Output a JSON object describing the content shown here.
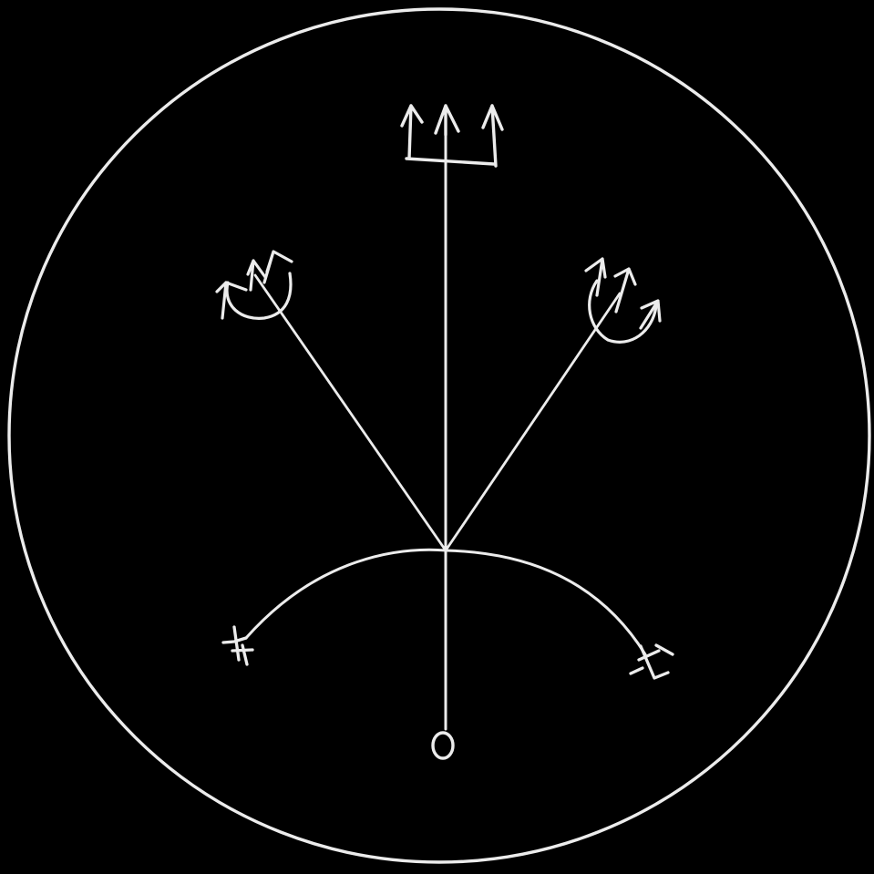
{
  "sigil": {
    "background_color": "#000000",
    "line_color": "#ECECEC",
    "elements": [
      "outer-circle",
      "central-staff",
      "top-trident",
      "left-branch",
      "left-trident",
      "right-branch",
      "right-trident",
      "lower-arc",
      "left-arc-glyph",
      "right-arc-glyph",
      "base-circle"
    ]
  }
}
